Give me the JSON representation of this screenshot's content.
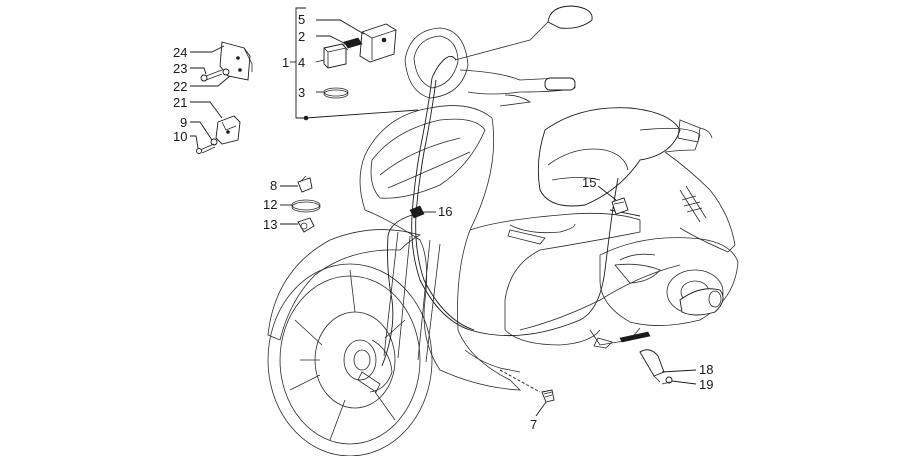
{
  "diagram": {
    "callouts": {
      "c1": "1",
      "c2": "2",
      "c3": "3",
      "c4": "4",
      "c5": "5",
      "c7": "7",
      "c8": "8",
      "c9": "9",
      "c10": "10",
      "c12": "12",
      "c13": "13",
      "c15": "15",
      "c16": "16",
      "c18": "18",
      "c19": "19",
      "c21": "21",
      "c22": "22",
      "c23": "23",
      "c24": "24"
    }
  }
}
